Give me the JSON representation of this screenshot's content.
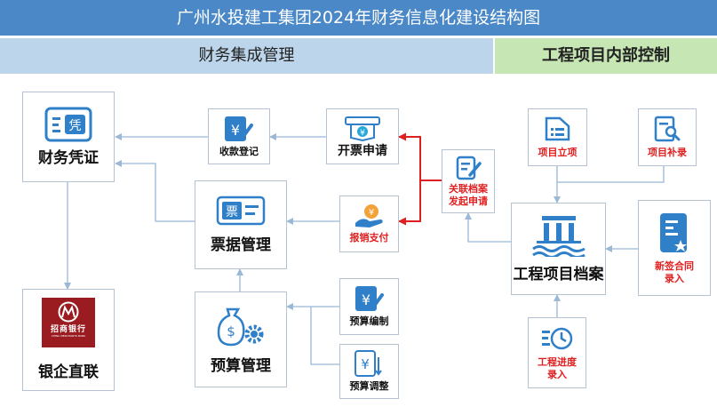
{
  "title": "广州水投建工集团2024年财务信息化建设结构图",
  "sections": {
    "left": "财务集成管理",
    "right": "工程项目内部控制"
  },
  "nodes": {
    "finance_voucher": "财务凭证",
    "bank_direct": "银企直联",
    "bank_logo_cn": "招商银行",
    "bank_logo_en": "CHINA MERCHANTS BANK",
    "collection_register": "收款登记",
    "invoice_request": "开票申请",
    "bill_management": "票据管理",
    "reimbursement": "报销支付",
    "budget_management": "预算管理",
    "budget_prep": "预算编制",
    "budget_adjust": "预算调整",
    "archive_link_line1": "关联档案",
    "archive_link_line2": "发起申请",
    "project_setup": "项目立项",
    "project_supplement": "项目补录",
    "project_archive": "工程项目档案",
    "new_contract_line1": "新签合同",
    "new_contract_line2": "录入",
    "progress_line1": "工程进度",
    "progress_line2": "录入"
  },
  "colors": {
    "title_bg": "#4a88c8",
    "left_section_bg": "#bcd5ea",
    "right_section_bg": "#c6e6b4",
    "icon_blue": "#2f7fc9",
    "connector_red": "#e02020",
    "connector_gray": "#9bb8d6"
  }
}
